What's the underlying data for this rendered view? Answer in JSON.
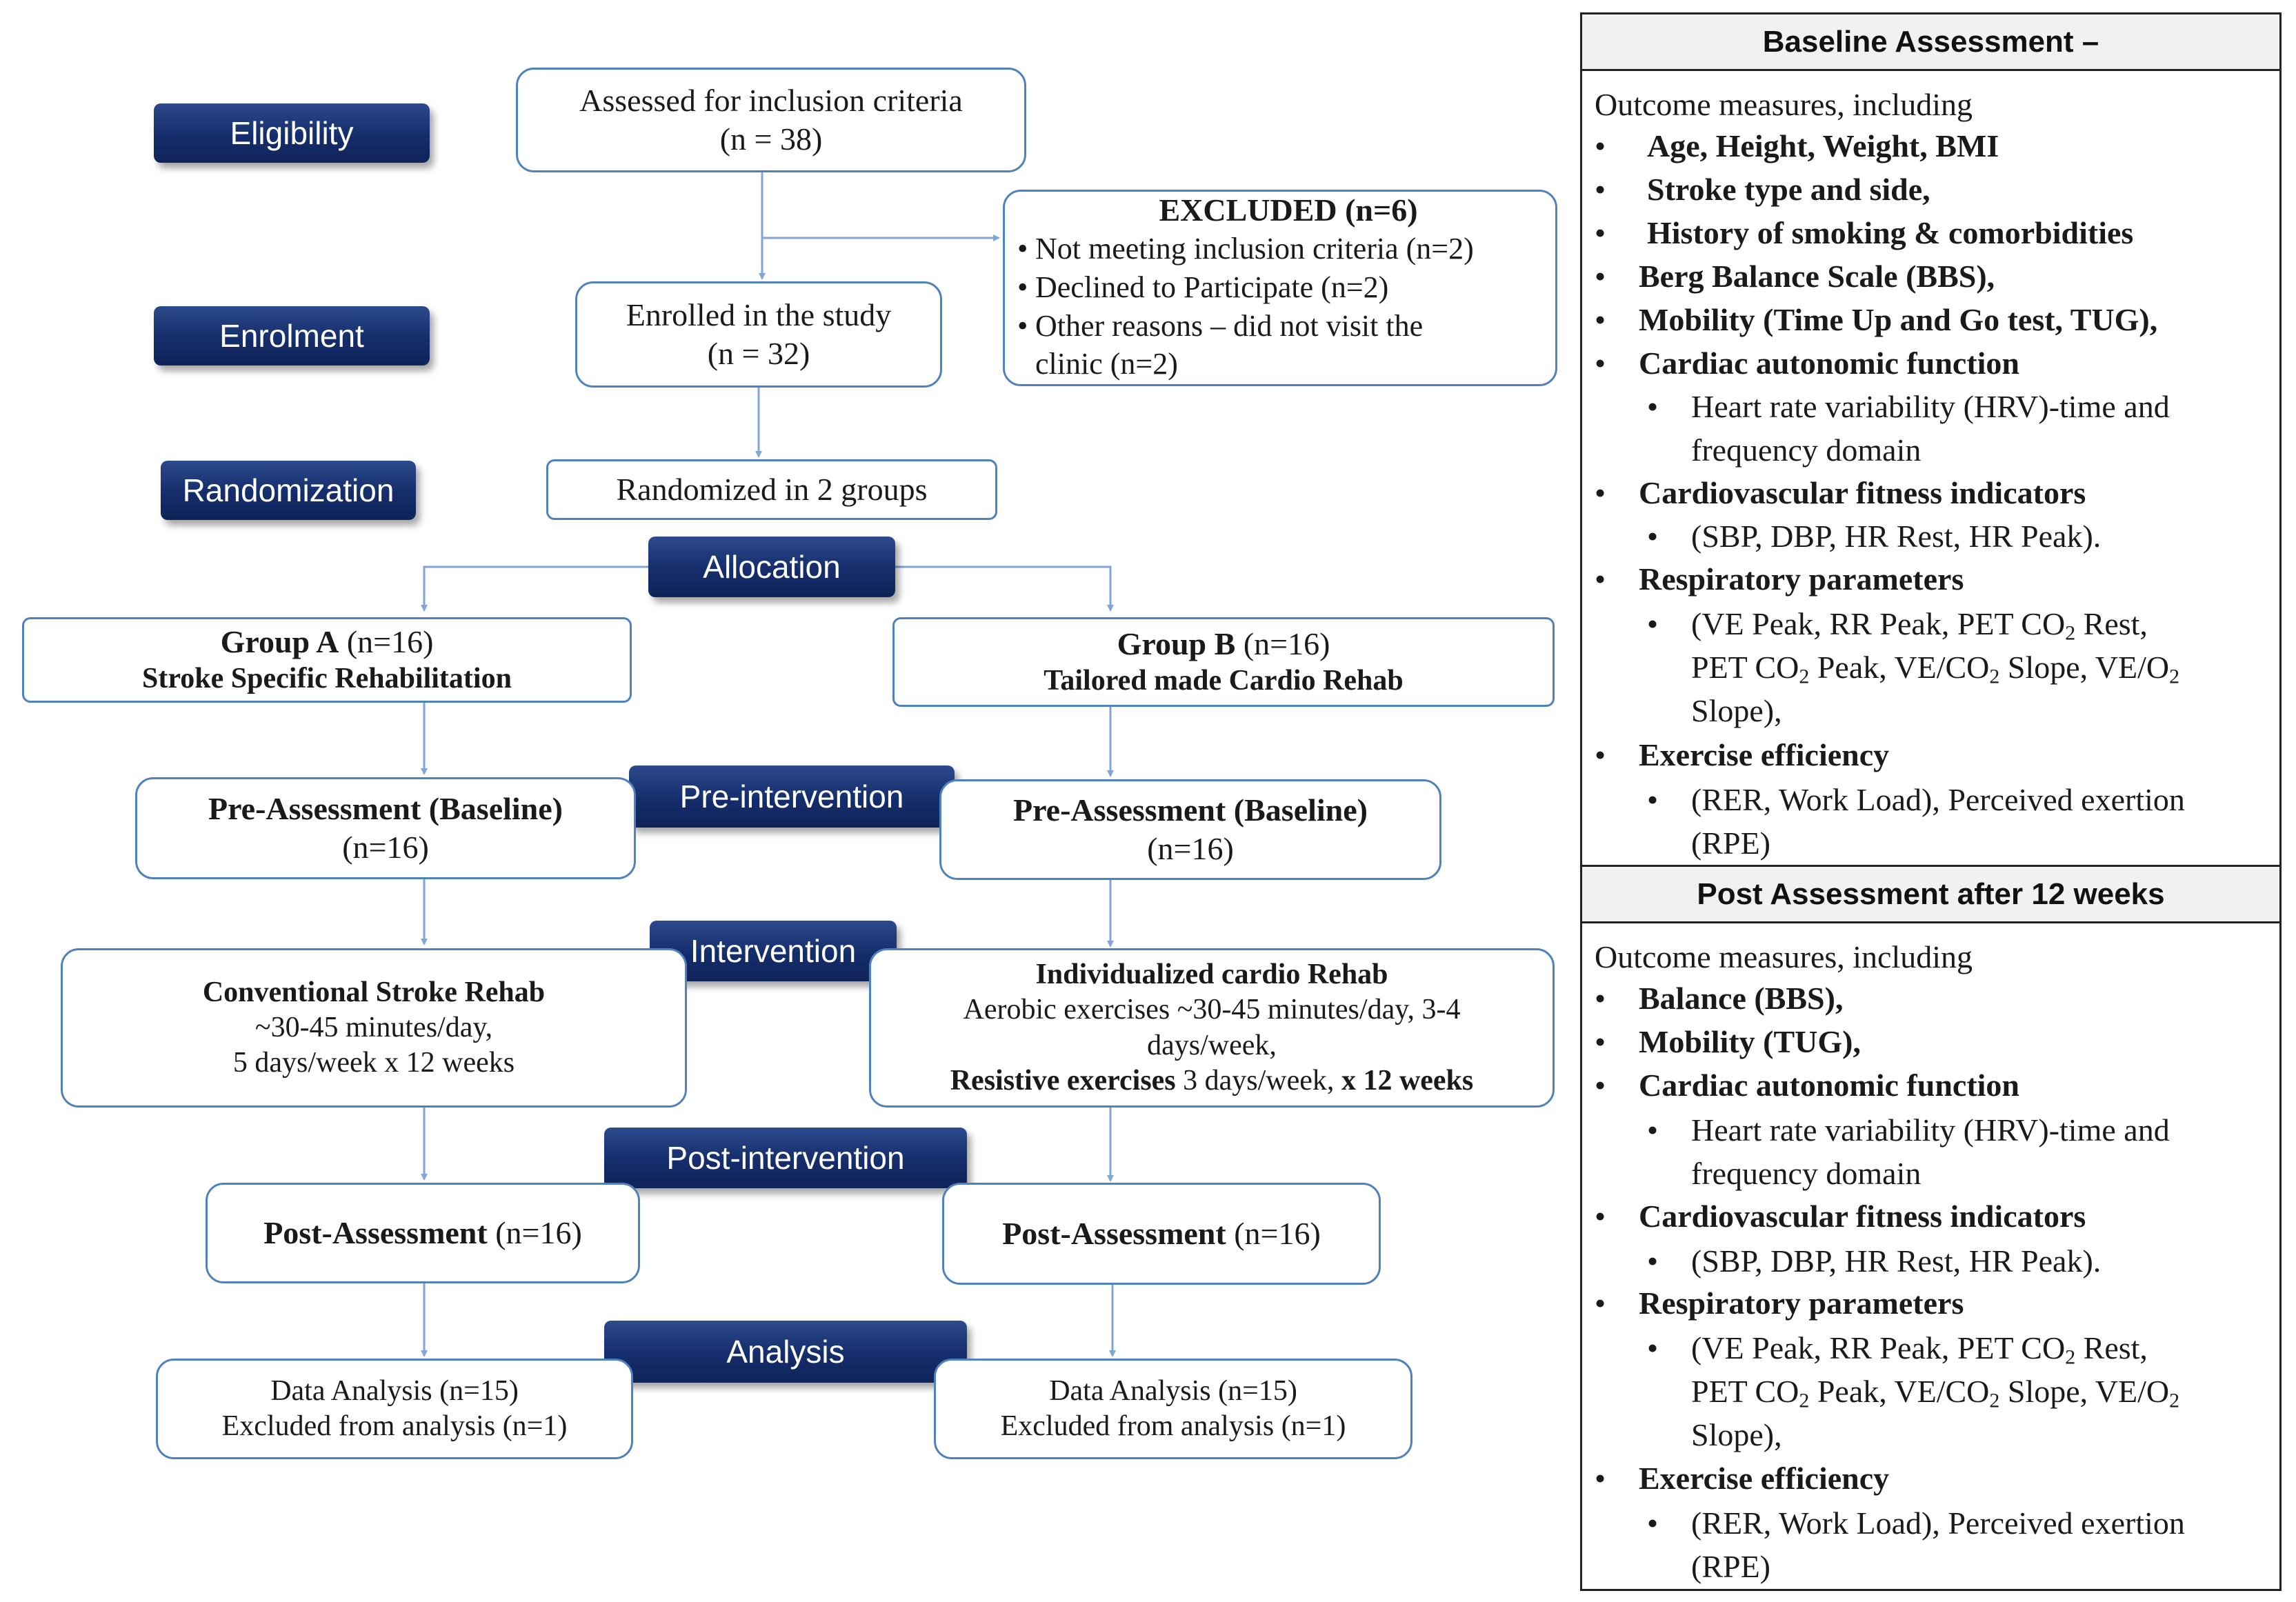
{
  "phases": {
    "eligibility": "Eligibility",
    "enrolment": "Enrolment",
    "randomization": "Randomization",
    "allocation": "Allocation",
    "pre_intervention": "Pre-intervention",
    "intervention": "Intervention",
    "post_intervention": "Post-intervention",
    "analysis": "Analysis"
  },
  "flow": {
    "assessed": {
      "line1": "Assessed for inclusion criteria",
      "line2": "(n = 38)"
    },
    "excluded": {
      "title": "EXCLUDED (n=6)",
      "items": [
        "Not meeting inclusion criteria (n=2)",
        "Declined to Participate (n=2)",
        "Other reasons – did not visit the",
        "clinic (n=2)"
      ]
    },
    "enrolled": {
      "line1": "Enrolled in the study",
      "line2": "(n = 32)"
    },
    "randomized": "Randomized in 2 groups",
    "group_a": {
      "name": "Group A",
      "n": " (n=16)",
      "desc": "Stroke Specific Rehabilitation"
    },
    "group_b": {
      "name": "Group B",
      "n": " (n=16)",
      "desc": "Tailored made Cardio Rehab"
    },
    "pre_a": {
      "title": "Pre-Assessment (Baseline)",
      "n": "(n=16)"
    },
    "pre_b": {
      "title": "Pre-Assessment (Baseline)",
      "n": "(n=16)"
    },
    "int_a": {
      "title": "Conventional Stroke Rehab",
      "line2": "~30-45 minutes/day,",
      "line3": "5 days/week x 12 weeks"
    },
    "int_b": {
      "title": "Individualized cardio Rehab",
      "line2": "Aerobic exercises ~30-45 minutes/day, 3-4",
      "line3": "days/week,",
      "line4_bold1": "Resistive exercises",
      "line4_mid": " 3 days/week, ",
      "line4_bold2": "x 12 weeks"
    },
    "post_a": {
      "title": "Post-Assessment",
      "n": " (n=16)"
    },
    "post_b": {
      "title": "Post-Assessment",
      "n": " (n=16)"
    },
    "analysis_a": {
      "line1": "Data Analysis (n=15)",
      "line2": "Excluded from analysis (n=1)"
    },
    "analysis_b": {
      "line1": "Data Analysis (n=15)",
      "line2": "Excluded from analysis (n=1)"
    }
  },
  "outcomes": {
    "baseline_title": "Baseline Assessment –",
    "post_title": "Post Assessment after 12 weeks",
    "intro": "Outcome measures, including",
    "baseline": {
      "age": "Age, Height, Weight, BMI",
      "stroke_type": "Stroke type and side,",
      "history": "History of smoking & comorbidities",
      "berg": "Berg Balance Scale (BBS),",
      "mobility": "Mobility (Time Up and Go test, TUG),",
      "cardiac": "Cardiac autonomic function",
      "hrv1": "Heart rate variability (HRV)-time and",
      "hrv2": "frequency domain",
      "cardio": "Cardiovascular fitness indicators",
      "cardio_sub": "(SBP, DBP, HR Rest, HR Peak).",
      "resp": "Respiratory parameters",
      "resp_l1a": "(VE Peak, RR Peak, PET CO",
      "resp_l1b": " Rest,",
      "resp_l2a": "PET CO",
      "resp_l2b": " Peak, VE/CO",
      "resp_l2c": " Slope, VE/O",
      "resp_l3": "Slope),",
      "sub2": "2",
      "exercise": "Exercise efficiency",
      "ex_l1": "(RER, Work Load), Perceived exertion",
      "ex_l2": "(RPE)"
    },
    "post": {
      "balance": "Balance (BBS),",
      "mobility": "Mobility (TUG),",
      "cardiac": "Cardiac autonomic function",
      "hrv1": "Heart rate variability (HRV)-time and",
      "hrv2": "frequency domain",
      "cardio": "Cardiovascular fitness indicators",
      "cardio_sub": "(SBP, DBP, HR Rest, HR Peak).",
      "resp": "Respiratory parameters",
      "resp_l1a": "(VE Peak, RR Peak, PET CO",
      "resp_l1b": " Rest,",
      "resp_l2a": "PET CO",
      "resp_l2b": " Peak, VE/CO",
      "resp_l2c": " Slope, VE/O",
      "resp_l3": "Slope),",
      "sub2": "2",
      "exercise": "Exercise efficiency",
      "ex_l1": "(RER, Work Load), Perceived exertion",
      "ex_l2": "(RPE)"
    }
  },
  "colors": {
    "connector": "#7fa6d6",
    "box_border": "#4f81bd",
    "phase_fill": "#152d6b",
    "panel_border": "#222222"
  }
}
